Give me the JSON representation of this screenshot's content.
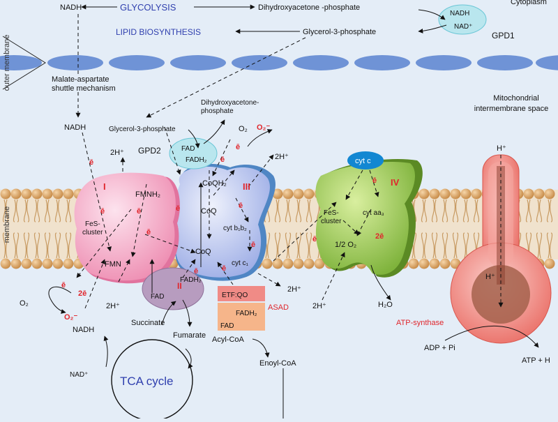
{
  "labels": {
    "nadh_top": "NADH",
    "glycolysis": "GLYCOLYSIS",
    "dhap_top": "Dihydroxyacetone -phosphate",
    "cytoplasm": "Cytoplasm",
    "gpd1_nadh": "NADH",
    "gpd1_nad": "NAD⁺",
    "gpd1": "GPD1",
    "lipid": "LIPID BIOSYNTHESIS",
    "g3p_top": "Glycerol-3-phosphate",
    "outer_membrane": "outer membrane",
    "malate_1": "Malate-aspartate",
    "malate_2": "shuttle mechanism",
    "ims_1": "Mitochondrial",
    "ims_2": "intermembrane space",
    "nadh_mid": "NADH",
    "dhap_mid_1": "Dihydroxyacetone-",
    "dhap_mid_2": "phosphate",
    "g3p_mid": "Glycerol-3-phosphate",
    "o2_top": "O₂",
    "superoxide_top": "O₂⁻",
    "h2_c1": "2H⁺",
    "gpd2": "GPD2",
    "fad": "FAD",
    "fadh2": "FADH₂",
    "h2_c3": "2H⁺",
    "cytc": "cyt c",
    "hplus_top": "H⁺",
    "inner_membrane": "membrane",
    "c1_numeral": "I",
    "fmnh2": "FMNH₂",
    "fes_1": "FeS-",
    "fes_2": "cluster",
    "fmn": "FMN",
    "c3_numeral": "III",
    "coqh2": "CoQH₂",
    "coq_a": "CoQ",
    "coq_b": "CoQ",
    "cytb": "cyt b₁b₂",
    "cytc1": "cyt c₁",
    "c4_numeral": "IV",
    "fes4_1": "FeS-",
    "fes4_2": "cluster",
    "cytaa3": "cyt aa₃",
    "two_e": "2ē",
    "half_o2": "1/2 O₂",
    "h2o": "H₂O",
    "hplus_inner": "H⁺",
    "c2_numeral": "II",
    "c2_fadh2": "FADH₂",
    "c2_fad": "FAD",
    "etfqo": "ETF:QO",
    "asad": "ASAD",
    "asad_fadh2": "FADH₂",
    "asad_fad": "FAD",
    "h2_asad": "2H⁺",
    "h2_c4": "2H⁺",
    "o2_left": "O₂",
    "superoxide_left": "O₂⁻",
    "e_left": "2ē",
    "h2_c1_bottom": "2H⁺",
    "succinate": "Succinate",
    "fumarate": "Fumarate",
    "acylcoa": "Acyl-CoA",
    "enoylcoa": "Enoyl-CoA",
    "atp_synthase": "ATP-synthase",
    "adp": "ADP + Pi",
    "atp": "ATP + H",
    "nadh_bottom": "NADH",
    "nad_bottom": "NAD⁺",
    "tca": "TCA cycle",
    "electron": "ē"
  },
  "colors": {
    "background": "#e4edf7",
    "blue_text": "#2f3fae",
    "red_text": "#e0262c",
    "complex1": "#f3a6c3",
    "complex3": "#b6c2ec",
    "complex4": "#9fcb55",
    "complex2": "#bfa8c6",
    "gpd": "#b9e6ee",
    "atp_synthase": "#f07f78",
    "lipid_head": "#d8a266",
    "outer_membrane": "#6f93d6"
  }
}
